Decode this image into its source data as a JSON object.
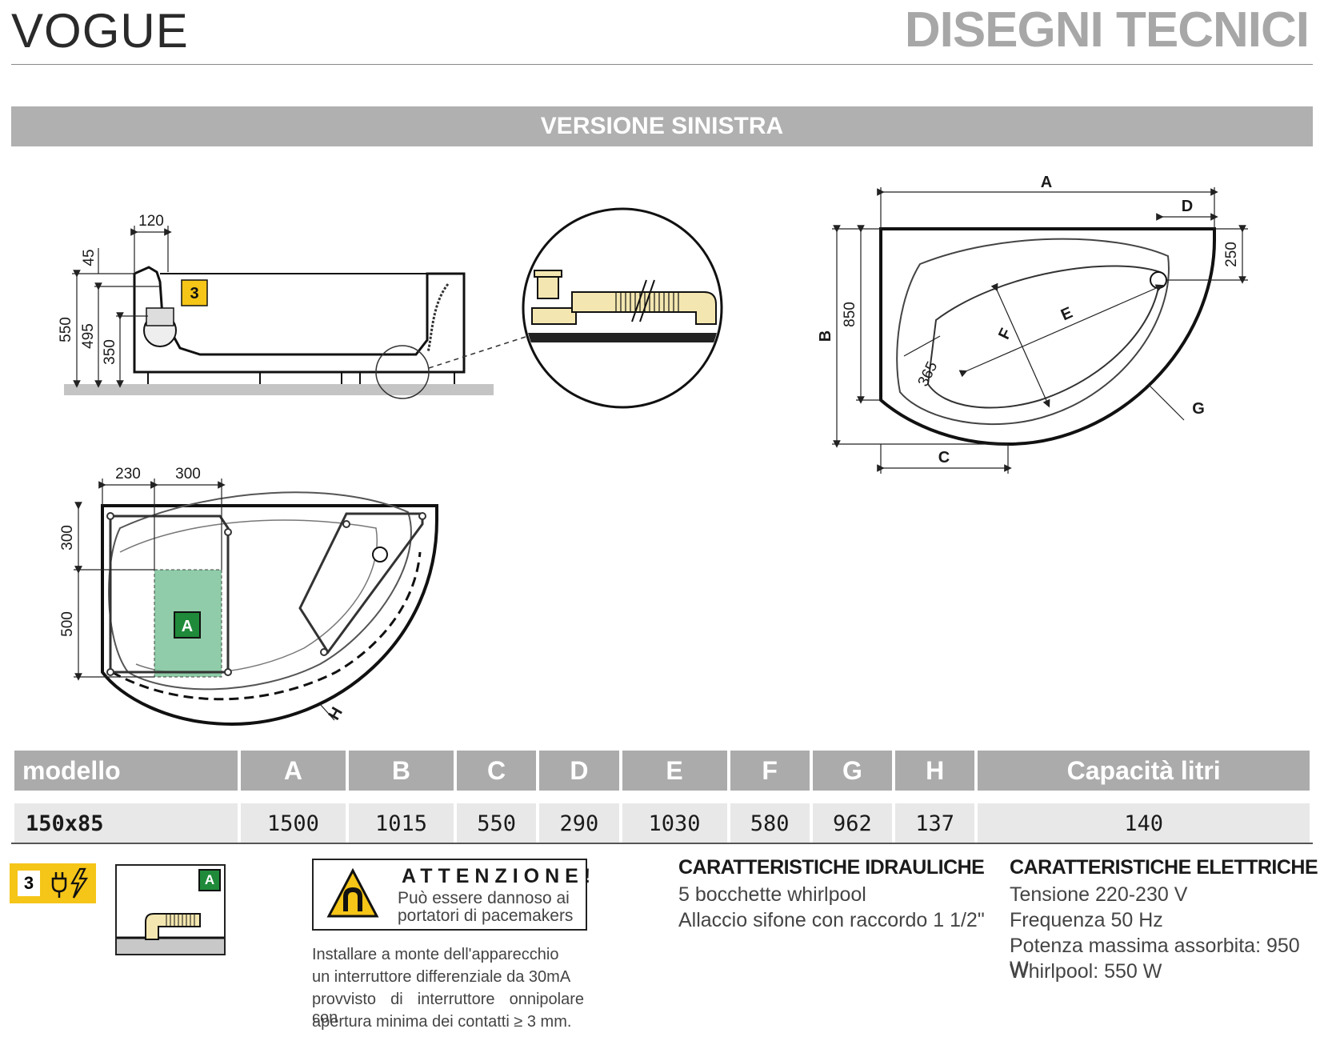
{
  "header": {
    "brand": "VOGUE",
    "section_title": "DISEGNI TECNICI"
  },
  "banner": {
    "title": "VERSIONE SINISTRA"
  },
  "side_view": {
    "dims": {
      "width_top": "120",
      "d45": "45",
      "h550": "550",
      "h495": "495",
      "h350": "350"
    },
    "marker": "3"
  },
  "plan_view": {
    "dims": {
      "w230": "230",
      "w300": "300",
      "h300": "300",
      "h500": "500"
    },
    "labels": {
      "A": "A",
      "H": "H"
    }
  },
  "dimension_view": {
    "letters": {
      "A": "A",
      "B": "B",
      "C": "C",
      "D": "D",
      "E": "E",
      "F": "F",
      "G": "G"
    },
    "dims": {
      "h850": "850",
      "d250": "250",
      "d365": "365"
    }
  },
  "table": {
    "headers": [
      "modello",
      "A",
      "B",
      "C",
      "D",
      "E",
      "F",
      "G",
      "H",
      "Capacità litri"
    ],
    "rows": [
      [
        "150x85",
        "1500",
        "1015",
        "550",
        "290",
        "1030",
        "580",
        "962",
        "137",
        "140"
      ]
    ]
  },
  "legend": {
    "badge_number": "3",
    "inset_label": "A"
  },
  "warning": {
    "title": "ATTENZIONE!",
    "line1": "Può essere dannoso ai",
    "line2": "portatori di pacemakers"
  },
  "install_note": [
    "Installare a monte dell'apparecchio",
    "un interruttore differenziale da 30mA",
    "provvisto di interruttore onnipolare con",
    "apertura minima dei contatti ≥ 3 mm."
  ],
  "hydraulic": {
    "title": "CARATTERISTICHE IDRAULICHE",
    "lines": [
      "5 bocchette whirlpool",
      "Allaccio sifone con raccordo 1 1/2\""
    ]
  },
  "electrical": {
    "title": "CARATTERISTICHE ELETTRICHE",
    "lines": [
      "Tensione 220-230 V",
      "Frequenza 50 Hz",
      "Potenza massima assorbita: 950 W",
      "Whirlpool: 550 W"
    ]
  },
  "colors": {
    "banner": "#b0b0b0",
    "table_header": "#ababab",
    "green_zone": "#7cc39a",
    "yellow_badge": "#f5c518",
    "pipe": "#f3e6b0"
  }
}
